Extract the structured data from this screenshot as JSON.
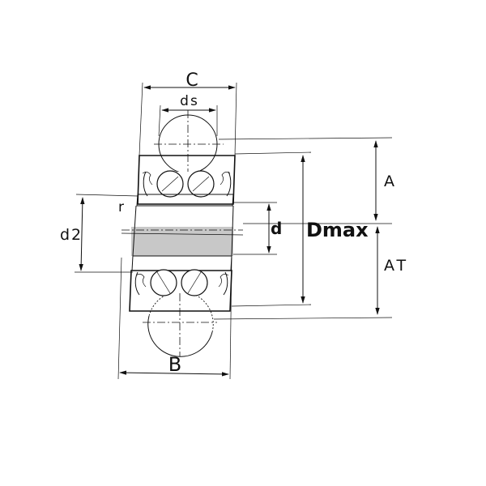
{
  "labels": {
    "C": "C",
    "ds": "ds",
    "r": "r",
    "d2": "d2",
    "d": "d",
    "Dmax": "Dmax",
    "A": "A",
    "AT": "AT",
    "B": "B"
  },
  "colors": {
    "line": "#111111",
    "bore_fill": "#c8c8c8",
    "hatch": "#555555",
    "background": "#ffffff"
  }
}
